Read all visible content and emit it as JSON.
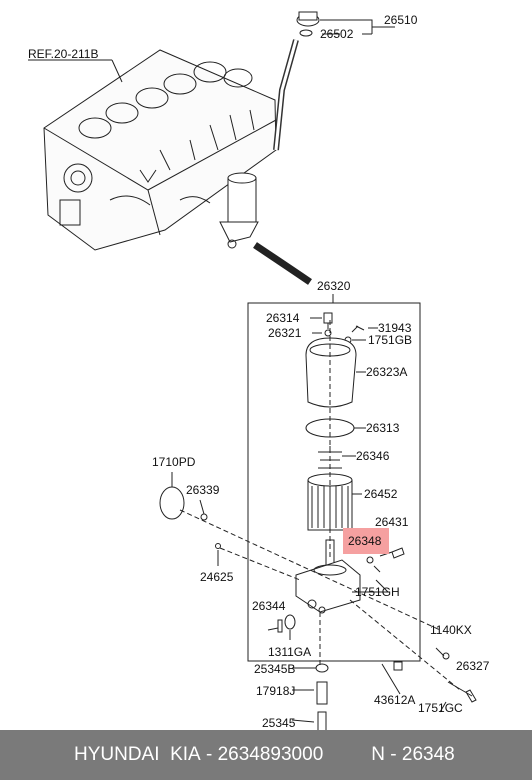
{
  "labels": {
    "p26510": "26510",
    "p26502": "26502",
    "ref": "REF.20-211B",
    "p26320": "26320",
    "p26314": "26314",
    "p26321": "26321",
    "p31943": "31943",
    "p1751GB": "1751GB",
    "p26323A": "26323A",
    "p26313": "26313",
    "p26346": "26346",
    "p26452": "26452",
    "p26431": "26431",
    "p26348": "26348",
    "p1751GH": "1751GH",
    "p1710PD": "1710PD",
    "p26339": "26339",
    "p24625": "24625",
    "p26344": "26344",
    "p1311GA": "1311GA",
    "p1140KX": "1140KX",
    "p25345B": "25345B",
    "p26327": "26327",
    "p17918J": "17918J",
    "p43612A": "43612A",
    "p1751GC": "1751GC",
    "p25345": "25345"
  },
  "highlight_color": "#f5a0a0",
  "footer": {
    "brand": "HYUNDAI  KIA",
    "separator": " - ",
    "part_number": "2634893000",
    "n_label": "N - 26348"
  }
}
